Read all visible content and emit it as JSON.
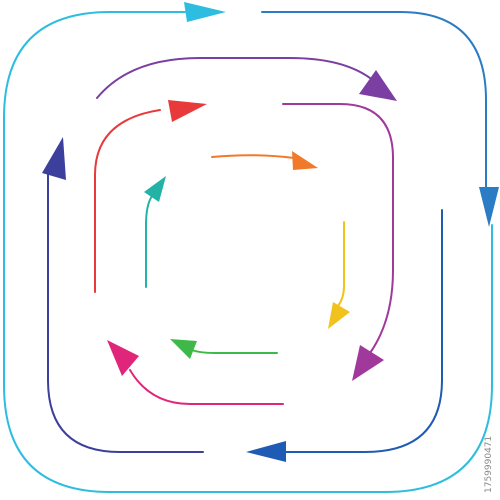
{
  "diagram": {
    "type": "spiral-of-circular-arrows",
    "arrow_count": 12,
    "arrows": [
      {
        "id": "cyan-outer-top",
        "color": "#2dbde0"
      },
      {
        "id": "blue-outer-right",
        "color": "#2a7dc4"
      },
      {
        "id": "purple-top",
        "color": "#7b3fa3"
      },
      {
        "id": "magenta-right",
        "color": "#a1389c"
      },
      {
        "id": "darkblue-bottom",
        "color": "#1e5bb5"
      },
      {
        "id": "indigo-left",
        "color": "#3d3f9c"
      },
      {
        "id": "red-top-left",
        "color": "#e83a3a"
      },
      {
        "id": "pink-bottom-left",
        "color": "#e0267a"
      },
      {
        "id": "orange-inner-top",
        "color": "#f07a2a"
      },
      {
        "id": "yellow-inner-right",
        "color": "#f2c21c"
      },
      {
        "id": "green-inner-bottom",
        "color": "#3fb84a"
      },
      {
        "id": "teal-inner-left",
        "color": "#22b3a6"
      }
    ]
  },
  "stock_id": "1759990471"
}
